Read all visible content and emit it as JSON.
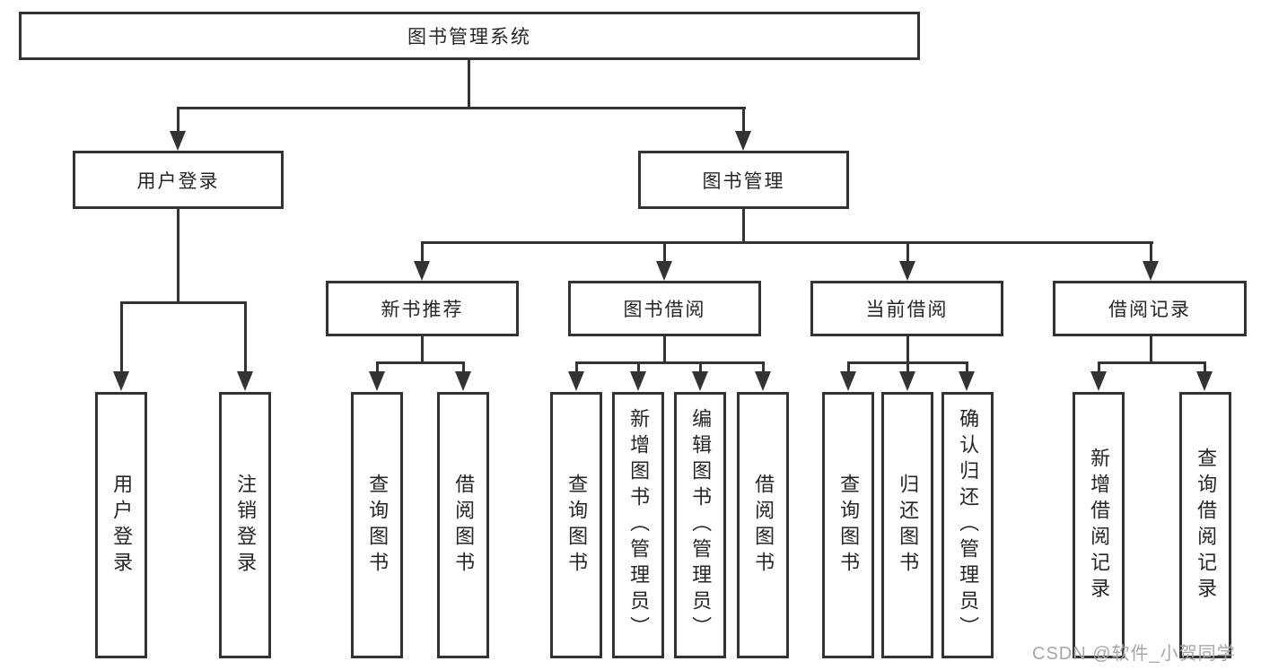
{
  "diagram": {
    "root": "图书管理系统",
    "branches": [
      {
        "label": "用户登录",
        "children": [
          "用户登录",
          "注销登录"
        ]
      },
      {
        "label": "图书管理",
        "children": [
          {
            "label": "新书推荐",
            "children": [
              "查询图书",
              "借阅图书"
            ]
          },
          {
            "label": "图书借阅",
            "children": [
              "查询图书",
              "新增图书（管理员）",
              "编辑图书（管理员）",
              "借阅图书"
            ]
          },
          {
            "label": "当前借阅",
            "children": [
              "查询图书",
              "归还图书",
              "确认归还（管理员）"
            ]
          },
          {
            "label": "借阅记录",
            "children": [
              "新增借阅记录",
              "查询借阅记录"
            ]
          }
        ]
      }
    ],
    "watermark": "CSDN @软件_小贺同学"
  },
  "colors": {
    "line": "#333333",
    "text": "#262626",
    "background": "#ffffff",
    "watermark": "#a6a6a6"
  }
}
